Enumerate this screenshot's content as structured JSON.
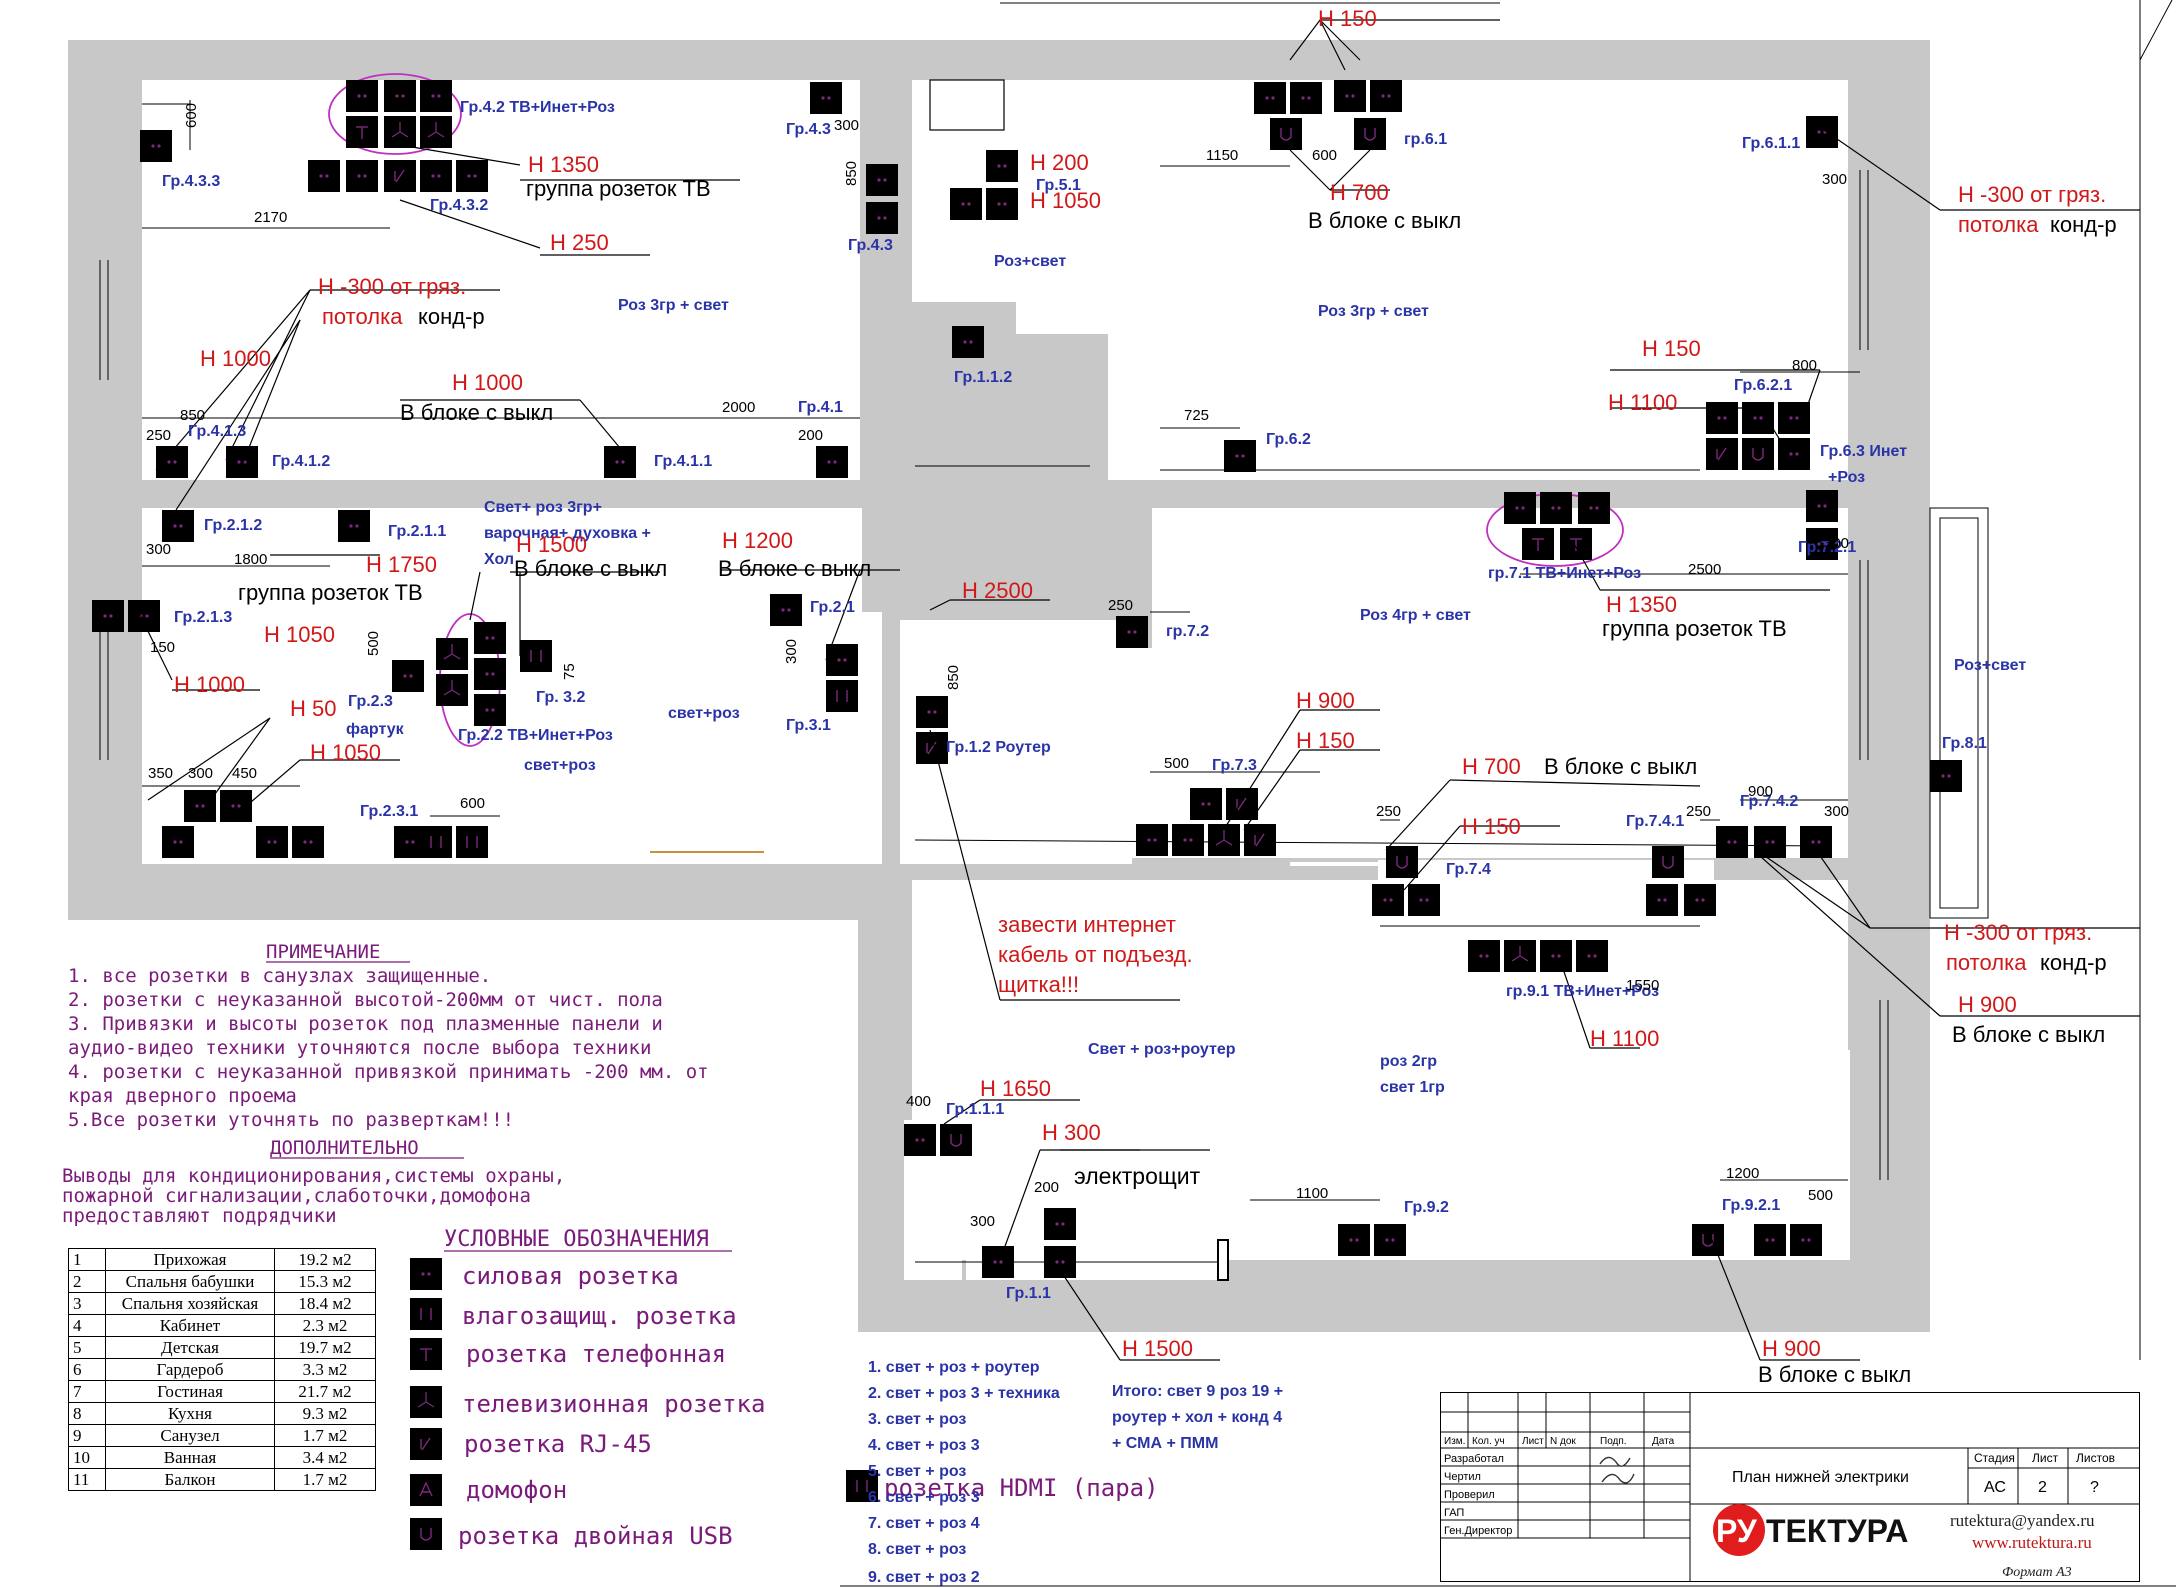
{
  "labels": {
    "gr433": "Гр.4.3.3",
    "gr432": "Гр.4.3.2",
    "gr42": "Гр.4.2 ТВ+Инет+Роз",
    "gr43a": "Гр.4.3",
    "gr43b": "Гр.4.3",
    "gr51": "Гр.5.1",
    "roz_svet_a": "Роз+свет",
    "gr61": "гр.6.1",
    "gr611": "Гр.6.1.1",
    "roz3_a": "Роз 3гр + свет",
    "roz3_b": "Роз 3гр + свет",
    "gr112": "Гр.1.1.2",
    "gr413": "Гр.4.1.3",
    "gr412": "Гр.4.1.2",
    "gr411": "Гр.4.1.1",
    "gr41": "Гр.4.1",
    "gr62": "Гр.6.2",
    "gr621": "Гр.6.2.1",
    "gr63a": "Гр.6.3 Инет",
    "gr63b": "+Роз",
    "gr212": "Гр.2.1.2",
    "gr211": "Гр.2.1.1",
    "gr213": "Гр.2.1.3",
    "kitchen1": "Свет+ роз 3гр+",
    "kitchen2": "варочная+ духовка +",
    "kitchen3": "Хол",
    "gr21": "Гр.2.1",
    "gr31": "Гр.3.1",
    "gr32": "Гр. 3.2",
    "gr23": "Гр.2.3",
    "fartuk": "фартук",
    "gr22": "Гр.2.2 ТВ+Инет+Роз",
    "svet_roz_a": "свет+роз",
    "svet_roz_b": "свет+роз",
    "gr231": "Гр.2.3.1",
    "gr12": "Гр.1.2 Роутер",
    "gr71": "гр.7.1 ТВ+Инет+Роз",
    "roz4": "Роз 4гр + свет",
    "gr72": "гр.7.2",
    "gr73": "Гр.7.3",
    "gr74": "Гр.7.4",
    "gr741": "Гр.7.4.1",
    "gr742": "Гр.7.4.2",
    "gr721": "Гр.7.2.1",
    "roz_svet_b": "Роз+свет",
    "gr81": "Гр.8.1",
    "gr91": "гр.9.1 ТВ+Инет+Роз",
    "svet_roz_router": "Свет + роз+роутер",
    "roz2gr": "роз 2гр",
    "svet1gr": "свет 1гр",
    "gr111": "Гр.1.1.1",
    "gr11": "Гр.1.1",
    "gr92": "Гр.9.2",
    "gr921": "Гр.9.2.1",
    "elshchit": "электрощит"
  },
  "heights": {
    "h150_top": "Н 150",
    "h1350_a": "Н 1350",
    "tv_group_a": "группа розеток ТВ",
    "h250": "Н 250",
    "h200": "Н 200",
    "h1050_a": "Н 1050",
    "h700_a": "Н 700",
    "block_a": "В блоке с выкл",
    "h300_a1": "Н -300 от гряз.",
    "h300_a2": "потолка",
    "h300_a3": "конд-р",
    "h300_b1": "Н -300 от гряз.",
    "h300_b2": "потолка",
    "h300_b3": "конд-р",
    "h1000_a": "Н 1000",
    "h1000_b": "Н 1000",
    "block_b": "В блоке с выкл",
    "h150_b": "Н 150",
    "h1100_a": "Н 1100",
    "h1750": "Н 1750",
    "tv_group_b": "группа розеток ТВ",
    "h1500_a": "Н 1500",
    "block_c": "В блоке с выкл",
    "h1200": "Н 1200",
    "block_d": "В блоке с выкл",
    "h1350_b": "Н 1350",
    "tv_group_c": "группа розеток ТВ",
    "h1050_b": "Н 1050",
    "h1000_c": "Н 1000",
    "h50": "Н 50",
    "h1050_c": "Н 1050",
    "h2500": "Н 2500",
    "h900_a": "Н 900",
    "h150_c": "Н 150",
    "h700_b": "Н 700",
    "block_e": "В блоке с выкл",
    "h150_d": "Н 150",
    "h300_c1": "Н -300 от гряз.",
    "h300_c2": "потолка",
    "h300_c3": "конд-р",
    "h900_b": "Н 900",
    "block_f": "В блоке с выкл",
    "h1100_b": "Н 1100",
    "inet1": "завести интернет",
    "inet2": "кабель от подъезд.",
    "inet3": "щитка!!!",
    "h1650": "Н 1650",
    "h300_d": "Н 300",
    "h1500_b": "Н 1500",
    "h900_c": "Н 900",
    "block_g": "В блоке с выкл"
  },
  "dims": {
    "d600a": "600",
    "d2170": "2170",
    "d300a": "300",
    "d850a": "850",
    "d1150": "1150",
    "d600b": "600",
    "d300b": "300",
    "d850b": "850",
    "d250a": "250",
    "d2000": "2000",
    "d200a": "200",
    "d725": "725",
    "d800": "800",
    "d300c": "300",
    "d1800": "1800",
    "d150": "150",
    "d500a": "500",
    "d75": "75",
    "d300d": "300",
    "d850c": "850",
    "d350": "350",
    "d300e": "300",
    "d450": "450",
    "d600c": "600",
    "d250b": "250",
    "d300f": "300",
    "d2500": "2500",
    "d500b": "500",
    "d250c": "250",
    "d250d": "250",
    "d900": "900",
    "d300g": "300",
    "d1550": "1550",
    "d400": "400",
    "d200b": "200",
    "d300h": "300",
    "d1100": "1100",
    "d1200": "1200",
    "d500c": "500"
  },
  "notes": {
    "title": "ПРИМЕЧАНИЕ",
    "n1": "1. все розетки в   санузлах защищенные.",
    "n2": "2. розетки с неуказанной высотой-200мм от чист. пола",
    "n3": "3. Привязки и высоты розеток под плазменные панели и",
    "n3b": "аудио-видео техники уточняются после выбора техники",
    "n4": "4. розетки с неуказанной привязкой принимать -200 мм. от",
    "n4b": "края дверного проема",
    "n5": "5.Все розетки уточнять по разверткам!!!",
    "extra_title": "ДОПОЛНИТЕЛЬНО",
    "e1": "Выводы для кондиционирования,системы охраны,",
    "e2": "пожарной сигнализации,слаботочки,домофона",
    "e3": "предоставляют подрядчики"
  },
  "rooms": [
    {
      "n": "1",
      "name": "Прихожая",
      "area": "19.2 м2"
    },
    {
      "n": "2",
      "name": "Спальня бабушки",
      "area": "15.3 м2"
    },
    {
      "n": "3",
      "name": "Спальня хозяйская",
      "area": "18.4 м2"
    },
    {
      "n": "4",
      "name": "Кабинет",
      "area": "2.3 м2"
    },
    {
      "n": "5",
      "name": "Детская",
      "area": "19.7 м2"
    },
    {
      "n": "6",
      "name": "Гардероб",
      "area": "3.3 м2"
    },
    {
      "n": "7",
      "name": "Гостиная",
      "area": "21.7 м2"
    },
    {
      "n": "8",
      "name": "Кухня",
      "area": "9.3 м2"
    },
    {
      "n": "9",
      "name": "Санузел",
      "area": "1.7 м2"
    },
    {
      "n": "10",
      "name": "Ванная",
      "area": "3.4 м2"
    },
    {
      "n": "11",
      "name": "Балкон",
      "area": "1.7 м2"
    }
  ],
  "legend": {
    "title": "УСЛОВНЫЕ ОБОЗНАЧЕНИЯ",
    "items": [
      "силовая розетка",
      "влагозащищ. розетка",
      "розетка телефонная",
      "телевизионная розетка",
      "розетка RJ-45",
      "домофон",
      "розетка двойная USB"
    ],
    "hdmi": "розетка HDMI (пара)"
  },
  "groups": [
    "1. свет + роз + роутер",
    "2. свет + роз 3 + техника",
    "3. свет + роз",
    "4. свет + роз 3",
    "5. свет + роз",
    "6. свет + роз 3",
    "7. свет + роз 4",
    "8. свет + роз",
    "9. свет + роз 2"
  ],
  "total": [
    "Итого: свет 9 роз 19 +",
    "роутер + хол + конд 4",
    "+ СМА + ПММ"
  ],
  "stamp": {
    "h1": "Изм.",
    "h2": "Кол. уч",
    "h3": "Лист",
    "h4": "N док",
    "h5": "Подп.",
    "h6": "Дата",
    "r1": "Разработал",
    "r2": "Чертил",
    "r3": "Проверил",
    "r4": "ГАП",
    "r5": "Ген.Директор",
    "title": "План нижней электрики",
    "stage_h": "Стадия",
    "sheet_h": "Лист",
    "sheets_h": "Листов",
    "stage": "АС",
    "sheet": "2",
    "sheets": "?",
    "logo_ru": "РУ",
    "logo_rest": "ТЕКТУРА",
    "email": "rutektura@yandex.ru",
    "site": "www.rutektura.ru",
    "format": "Формат А3"
  },
  "colors": {
    "red": "#d01818",
    "blue": "#2a34a8",
    "socket": "#c030c0",
    "wall": "#c8c8c8"
  }
}
